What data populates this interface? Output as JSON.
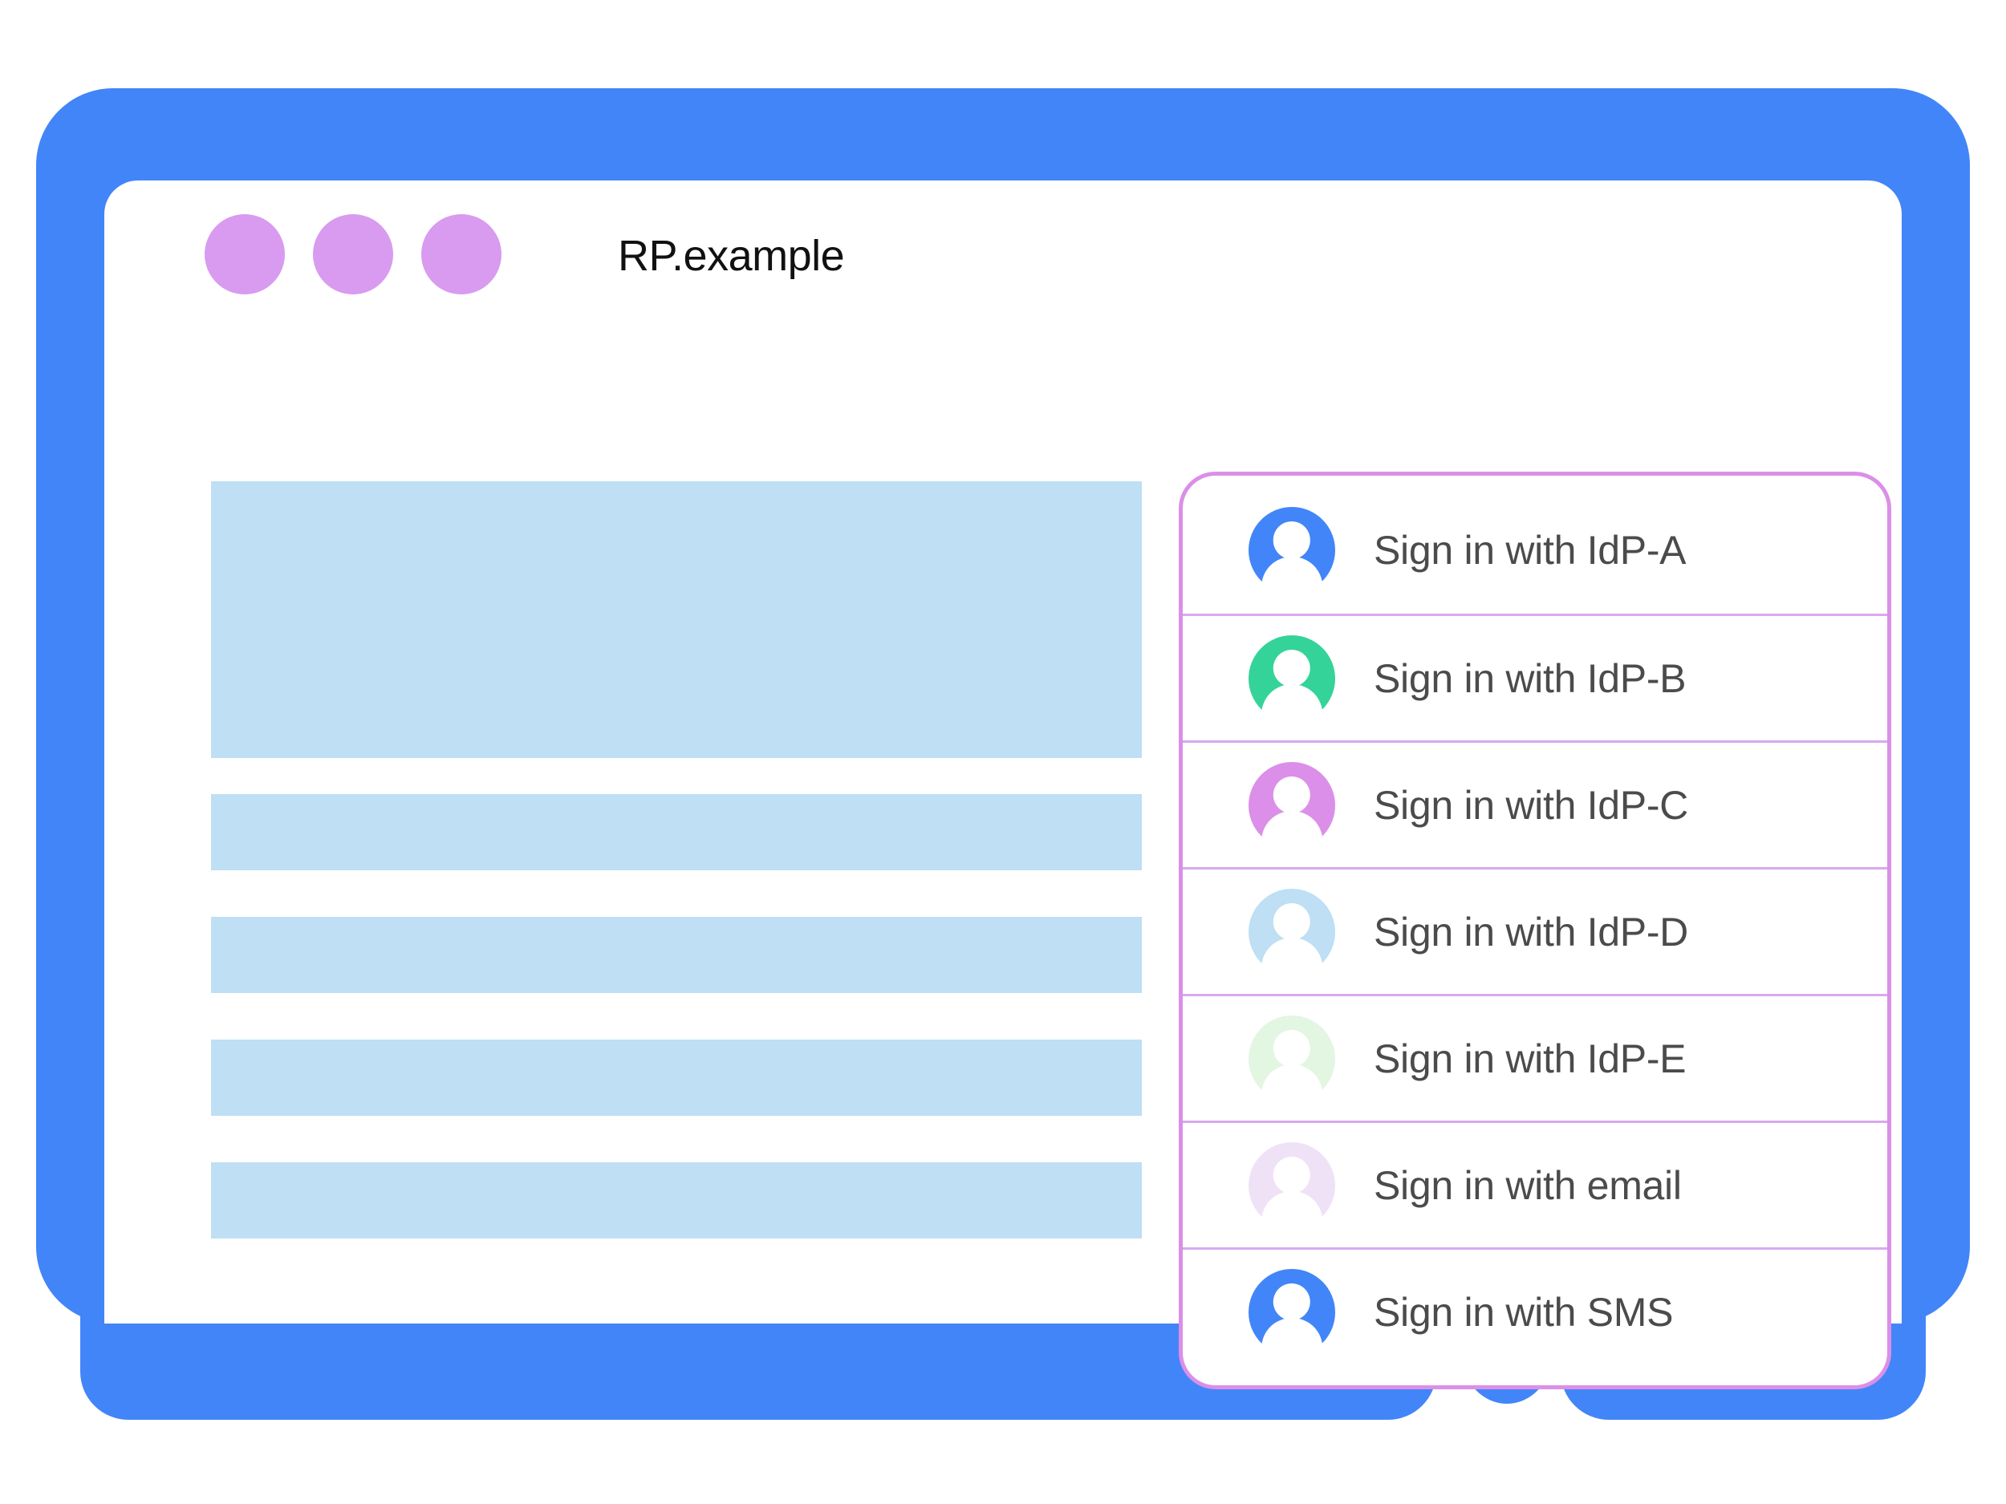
{
  "theme": {
    "frame_color": "#4285F8",
    "dot_color": "#D89BF0",
    "placeholder_color": "#BEDFF4",
    "card_border_color": "#DB8FE8",
    "divider_color": "#D9A8EE",
    "label_color": "#4b4b4b",
    "title_color": "#111111"
  },
  "titlebar": {
    "site_title": "RP.example",
    "dots": [
      "window-dot-1",
      "window-dot-2",
      "window-dot-3"
    ]
  },
  "content": {
    "blocks": [
      {
        "name": "hero-placeholder",
        "kind": "hero"
      },
      {
        "name": "text-placeholder-1",
        "kind": "bar"
      },
      {
        "name": "text-placeholder-2",
        "kind": "bar"
      },
      {
        "name": "text-placeholder-3",
        "kind": "bar"
      },
      {
        "name": "text-placeholder-4",
        "kind": "bar"
      }
    ]
  },
  "account_chooser": {
    "accounts": [
      {
        "label": "Sign in with IdP-A",
        "avatar_color": "#4285F8",
        "icon": "avatar-icon"
      },
      {
        "label": "Sign in with IdP-B",
        "avatar_color": "#34D399",
        "icon": "avatar-icon"
      },
      {
        "label": "Sign in with IdP-C",
        "avatar_color": "#DB8FE8",
        "icon": "avatar-icon"
      },
      {
        "label": "Sign in with IdP-D",
        "avatar_color": "#BEDFF4",
        "icon": "avatar-icon"
      },
      {
        "label": "Sign in with IdP-E",
        "avatar_color": "#E2F6E2",
        "icon": "avatar-icon"
      },
      {
        "label": "Sign in with email",
        "avatar_color": "#EFE2F7",
        "icon": "avatar-icon"
      },
      {
        "label": "Sign in with SMS",
        "avatar_color": "#4285F8",
        "icon": "avatar-icon"
      }
    ]
  },
  "device": {
    "home_button": "home-button",
    "foot_left": "bezel-bar-left",
    "foot_right": "bezel-bar-right"
  }
}
